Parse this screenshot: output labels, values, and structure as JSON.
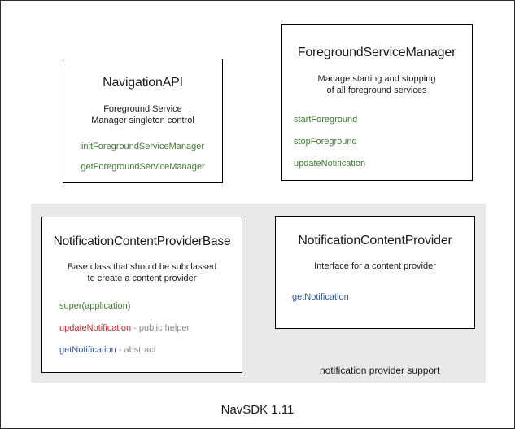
{
  "diagram": {
    "footer_label": "NavSDK 1.11",
    "group_panel": {
      "label": "notification provider support",
      "background": "#e9e9e9"
    },
    "colors": {
      "green": "#3f7a32",
      "red": "#c9272d",
      "blue": "#32589c",
      "note_gray": "#8a8a8a",
      "box_border": "#000000",
      "panel_bg": "#e9e9e9"
    },
    "boxes": [
      {
        "id": "navigation-api",
        "title": "NavigationAPI",
        "description_lines": [
          "Foreground Service",
          "Manager singleton control"
        ],
        "members": [
          {
            "name": "initForegroundServiceManager",
            "color": "green",
            "note": ""
          },
          {
            "name": "getForegroundServiceManager",
            "color": "green",
            "note": ""
          }
        ]
      },
      {
        "id": "foreground-service-manager",
        "title": "ForegroundServiceManager",
        "description_lines": [
          "Manage starting and stopping",
          "of all foreground services"
        ],
        "members": [
          {
            "name": "startForeground",
            "color": "green",
            "note": ""
          },
          {
            "name": "stopForeground",
            "color": "green",
            "note": ""
          },
          {
            "name": "updateNotification",
            "color": "green",
            "note": ""
          }
        ]
      },
      {
        "id": "notification-content-provider-base",
        "title": "NotificationContentProviderBase",
        "description_lines": [
          "Base class that should be subclassed",
          "to create a content provider"
        ],
        "members": [
          {
            "name": "super(application)",
            "color": "green",
            "note": ""
          },
          {
            "name": "updateNotification",
            "color": "red",
            "note": " - public helper"
          },
          {
            "name": "getNotification",
            "color": "blue",
            "note": " - abstract"
          }
        ]
      },
      {
        "id": "notification-content-provider",
        "title": "NotificationContentProvider",
        "description_lines": [
          "Interface for a content provider"
        ],
        "members": [
          {
            "name": "getNotification",
            "color": "blue",
            "note": ""
          }
        ]
      }
    ]
  }
}
